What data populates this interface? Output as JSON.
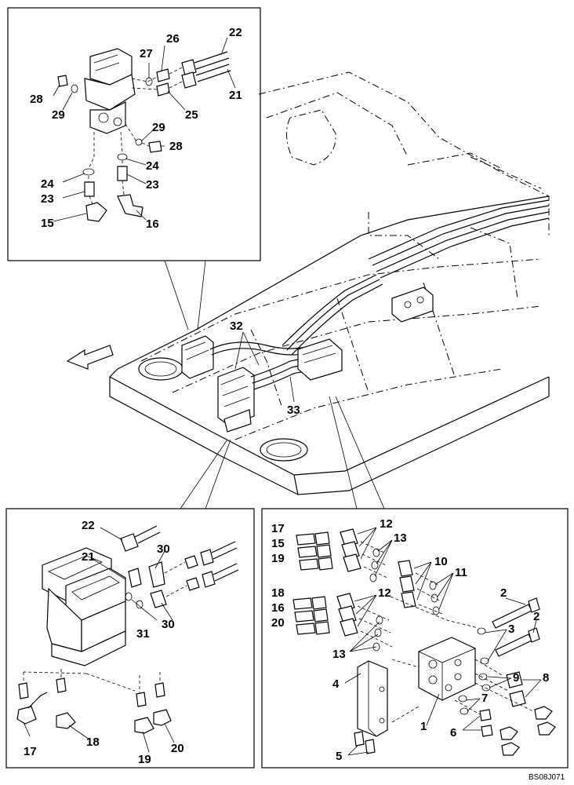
{
  "reference_code": "BS08J071",
  "callouts": {
    "top_inset": [
      "22",
      "26",
      "27",
      "28",
      "29",
      "21",
      "25",
      "29",
      "28",
      "24",
      "24",
      "23",
      "23",
      "15",
      "16"
    ],
    "main": [
      "32",
      "33"
    ],
    "bottom_left": [
      "22",
      "21",
      "30",
      "31",
      "30",
      "17",
      "18",
      "19",
      "20"
    ],
    "bottom_right": [
      "17",
      "15",
      "19",
      "12",
      "13",
      "10",
      "11",
      "18",
      "16",
      "20",
      "12",
      "2",
      "3",
      "2",
      "13",
      "4",
      "9",
      "8",
      "7",
      "1",
      "6",
      "5"
    ]
  }
}
